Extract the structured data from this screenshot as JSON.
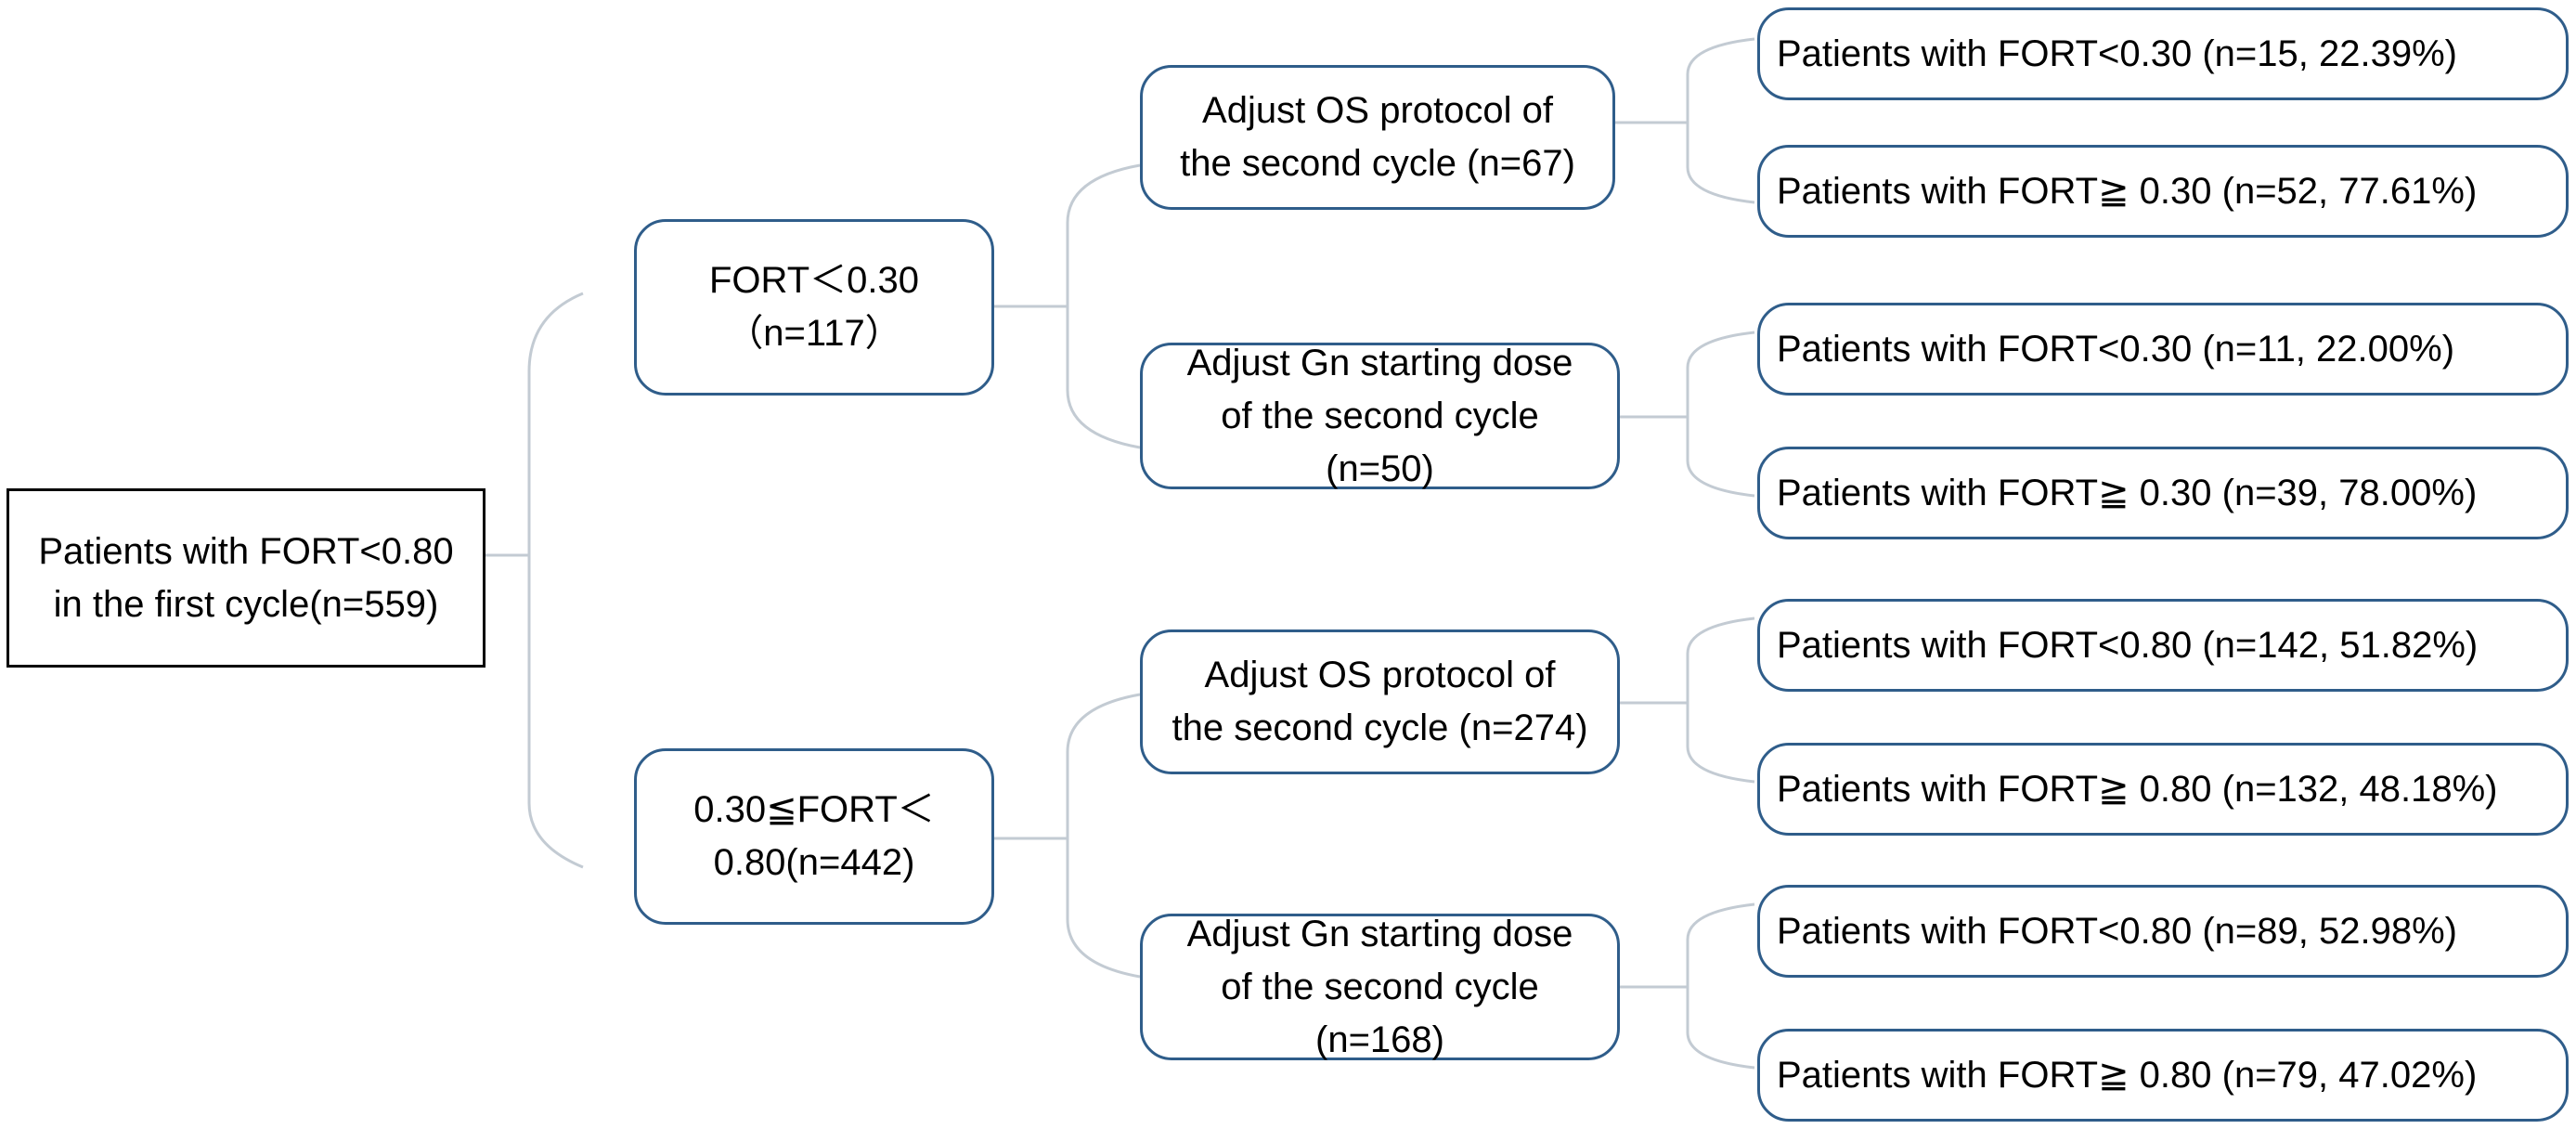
{
  "root": {
    "line1": "Patients with FORT<0.80",
    "line2": "in the first cycle(n=559)"
  },
  "groups": [
    {
      "line1": "FORT＜0.30",
      "line2": "（n=117）",
      "interventions": [
        {
          "lines": [
            "Adjust OS protocol of",
            "the second cycle (n=67)"
          ],
          "outcomes": [
            "Patients with FORT<0.30 (n=15,  22.39%)",
            "Patients with FORT≧ 0.30 (n=52, 77.61%)"
          ]
        },
        {
          "lines": [
            "Adjust Gn starting dose",
            "of the second cycle",
            "(n=50)"
          ],
          "outcomes": [
            "Patients with FORT<0.30 (n=11, 22.00%)",
            "Patients with FORT≧ 0.30 (n=39, 78.00%)"
          ]
        }
      ]
    },
    {
      "line1": "0.30≦FORT＜",
      "line2": "0.80(n=442)",
      "interventions": [
        {
          "lines": [
            "Adjust OS protocol of",
            "the second cycle (n=274)"
          ],
          "outcomes": [
            "Patients with FORT<0.80 (n=142, 51.82%)",
            "Patients with FORT≧ 0.80 (n=132, 48.18%)"
          ]
        },
        {
          "lines": [
            "Adjust Gn starting dose",
            "of the second cycle",
            "(n=168)"
          ],
          "outcomes": [
            "Patients with FORT<0.80 (n=89, 52.98%)",
            "Patients with FORT≧ 0.80 (n=79, 47.02%)"
          ]
        }
      ]
    }
  ],
  "colors": {
    "border": "#2f5d8a",
    "connector": "#c3cbd3"
  }
}
